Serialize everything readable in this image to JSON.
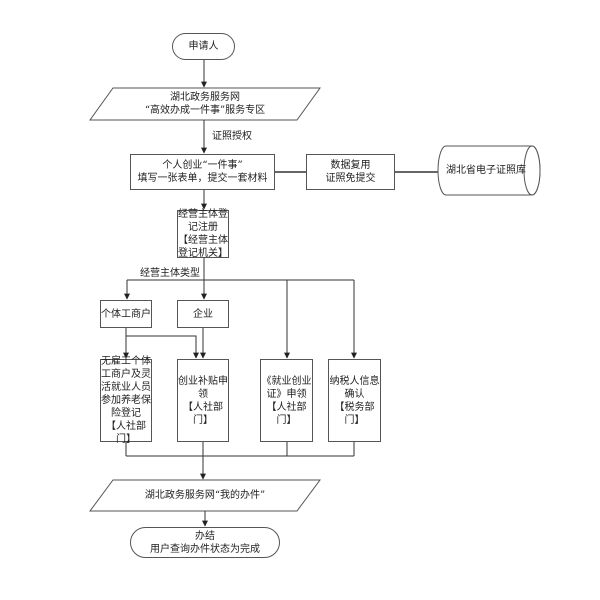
{
  "diagram": {
    "start": "申请人",
    "portal": "湖北政务服务网\n“高效办成一件事”服务专区",
    "edge_authorize": "证照授权",
    "apply": "个人创业“一件事”\n填写一张表单，提交一套材料",
    "reuse": "数据复用\n证照免提交",
    "database": "湖北省电子证照库",
    "register": "经营主体登\n记注册\n【经营主体\n登记机关】",
    "edge_type": "经营主体类型",
    "type_individual": "个体工商户",
    "type_enterprise": "企业",
    "task_pension": "无雇工个体\n工商户及灵\n活就业人员\n参加养老保\n险登记\n【人社部\n门】",
    "task_subsidy": "创业补贴申\n领\n【人社部\n门】",
    "task_cert": "《就业创业\n证》申领\n【人社部\n门】",
    "task_tax": "纳税人信息\n确认\n【税务部\n门】",
    "my_office": "湖北政务服务网“我的办件”",
    "end": "办结\n用户查询办件状态为完成"
  }
}
